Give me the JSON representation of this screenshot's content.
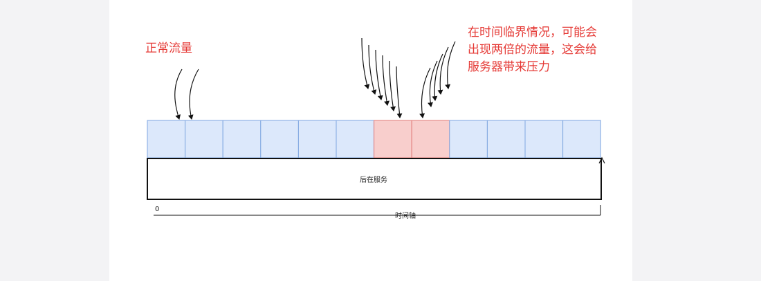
{
  "diagram": {
    "normal_label": "正常流量",
    "critical_label_lines": [
      "在时间临界情况，可能会",
      "出现两倍的流量，这会给",
      "服务器带来压力"
    ],
    "backend_label": "后在服务",
    "axis_zero": "0",
    "axis_label": "时间轴",
    "cells": [
      {
        "state": "normal"
      },
      {
        "state": "normal"
      },
      {
        "state": "normal"
      },
      {
        "state": "normal"
      },
      {
        "state": "normal"
      },
      {
        "state": "normal"
      },
      {
        "state": "critical"
      },
      {
        "state": "critical"
      },
      {
        "state": "normal"
      },
      {
        "state": "normal"
      },
      {
        "state": "normal"
      },
      {
        "state": "normal"
      }
    ],
    "colors": {
      "normal_fill": "#dce8fb",
      "normal_stroke": "#7ea6e0",
      "critical_fill": "#f8cecc",
      "critical_stroke": "#e07b78",
      "accent_red": "#e53935"
    }
  }
}
